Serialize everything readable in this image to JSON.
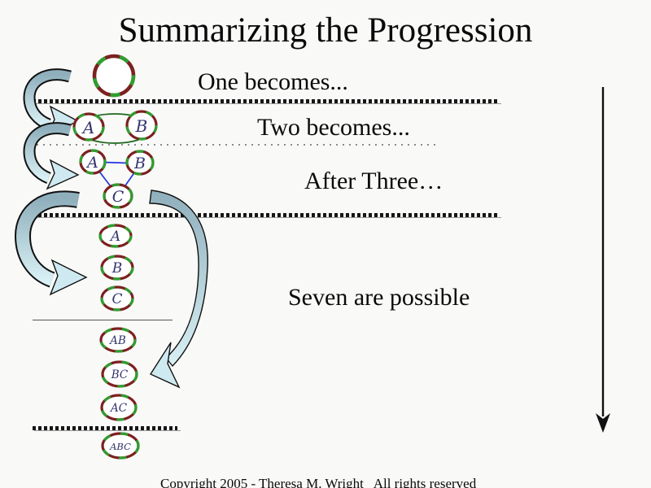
{
  "slide": {
    "title": "Summarizing the Progression",
    "captions": {
      "one": "One becomes...",
      "two": "Two becomes...",
      "after_three": "After Three…",
      "seven": "Seven are possible"
    },
    "footer": "Copyright 2005 - Theresa M. Wright   All rights reserved"
  },
  "diagram": {
    "circles": [
      {
        "id": "single",
        "label": ""
      },
      {
        "id": "pair-a",
        "label": "A"
      },
      {
        "id": "pair-b",
        "label": "B"
      },
      {
        "id": "tri-a",
        "label": "A"
      },
      {
        "id": "tri-b",
        "label": "B"
      },
      {
        "id": "tri-c",
        "label": "C"
      },
      {
        "id": "list-a",
        "label": "A"
      },
      {
        "id": "list-b",
        "label": "B"
      },
      {
        "id": "list-c",
        "label": "C"
      },
      {
        "id": "list-ab",
        "label": "AB"
      },
      {
        "id": "list-bc",
        "label": "BC"
      },
      {
        "id": "list-ac",
        "label": "AC"
      },
      {
        "id": "list-abc",
        "label": "ABC"
      }
    ],
    "icons": [
      "curved-arrow-icon (x4, teal gradient)",
      "down-arrow-icon (long vertical, right side)"
    ],
    "colors": {
      "ring_red": "#7c2020",
      "ring_green": "#2f9e2f",
      "link_green": "#1d661d",
      "link_blue": "#2336e0",
      "letter_blue": "#34346e",
      "arrow_band_dark": "#8fafbc",
      "arrow_band_light": "#d8f0f4",
      "divider_black": "#161616",
      "divider_shadow": "#9a9a9a",
      "text": "#0a0a0a",
      "background": "#f9f9f8"
    }
  }
}
